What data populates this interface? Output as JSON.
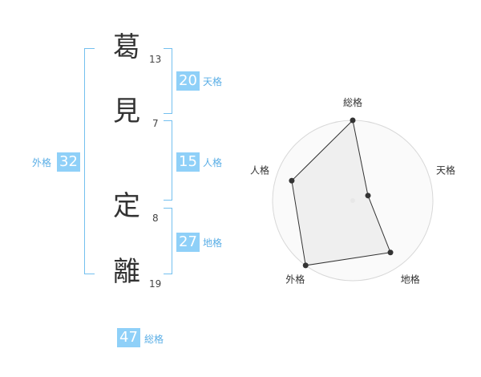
{
  "name": {
    "chars": [
      {
        "char": "葛",
        "strokes": "13"
      },
      {
        "char": "見",
        "strokes": "7"
      },
      {
        "char": "定",
        "strokes": "8"
      },
      {
        "char": "離",
        "strokes": "19"
      }
    ]
  },
  "kaku": {
    "tenkaku": {
      "label": "天格",
      "value": "20"
    },
    "jinkaku": {
      "label": "人格",
      "value": "15"
    },
    "chikaku": {
      "label": "地格",
      "value": "27"
    },
    "gaikaku": {
      "label": "外格",
      "value": "32"
    },
    "soukaku": {
      "label": "総格",
      "value": "47"
    }
  },
  "colors": {
    "accent": "#8fd0f8",
    "bracket": "#74c0ef",
    "label": "#5aaee6",
    "polygon_fill": "#ececec"
  },
  "chart_data": {
    "type": "radar",
    "axes": [
      "総格",
      "天格",
      "地格",
      "外格",
      "人格"
    ],
    "values": [
      5,
      1,
      4,
      5,
      4
    ],
    "max": 5,
    "rings": 5,
    "grid": true
  }
}
